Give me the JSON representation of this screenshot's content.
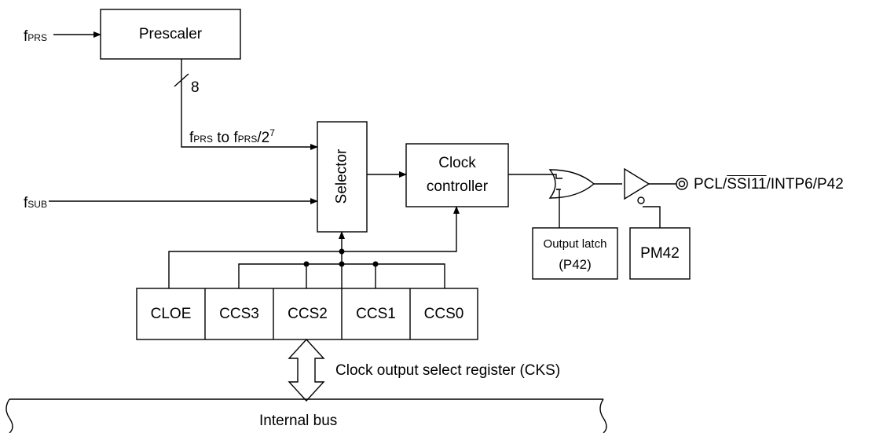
{
  "inputs": {
    "f_prs": {
      "main": "f",
      "sub": "PRS"
    },
    "f_sub": {
      "main": "f",
      "sub": "SUB"
    }
  },
  "blocks": {
    "prescaler": "Prescaler",
    "selector": "Selector",
    "clock_controller_line1": "Clock",
    "clock_controller_line2": "controller",
    "output_latch_line1": "Output latch",
    "output_latch_line2": "(P42)",
    "pm42": "PM42"
  },
  "bus_width_label": "8",
  "selector_input_label": {
    "f1": "f",
    "sub1": "PRS",
    "to": " to ",
    "f2": "f",
    "sub2": "PRS",
    "div": "/2",
    "exp": "7"
  },
  "output_pin": {
    "prefix": "PCL/",
    "overlined": "SSI11",
    "suffix": "/INTP6/P42"
  },
  "register": {
    "bits": [
      "CLOE",
      "CCS3",
      "CCS2",
      "CCS1",
      "CCS0"
    ],
    "name": "Clock output select register (CKS)"
  },
  "internal_bus_label": "Internal bus"
}
